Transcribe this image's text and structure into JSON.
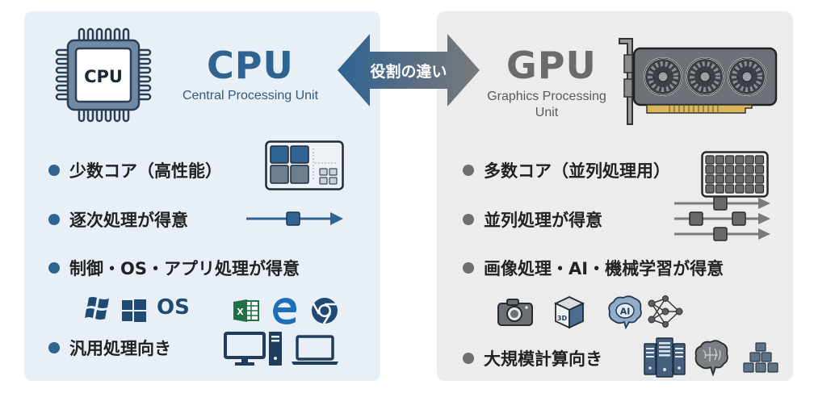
{
  "center": {
    "label": "役割の違い",
    "colors": {
      "left": "#2e6392",
      "right": "#7a7a7a"
    }
  },
  "cpu": {
    "chip_label": "CPU",
    "title": "CPU",
    "subtitle": "Central Processing Unit",
    "bullets": [
      {
        "text": "少数コア（高性能）",
        "icon": "few-cores-icon"
      },
      {
        "text": "逐次処理が得意",
        "icon": "sequential-arrow-icon"
      },
      {
        "text": "制御・OS・アプリ処理が得意",
        "icons": [
          "windows-old-logo-icon",
          "windows-logo-icon",
          "os-text",
          "excel-icon",
          "edge-icon",
          "chrome-icon"
        ]
      },
      {
        "text": "汎用処理向き",
        "icons": [
          "desktop-pc-icon",
          "laptop-icon"
        ]
      }
    ],
    "os_label": "OS",
    "excel_label": "X",
    "accent": "#2e6392",
    "background": "#e8eff6"
  },
  "gpu": {
    "title": "GPU",
    "subtitle_line1": "Graphics Processing",
    "subtitle_line2": "Unit",
    "bullets": [
      {
        "text": "多数コア（並列処理用）",
        "icon": "many-cores-icon"
      },
      {
        "text": "並列処理が得意",
        "icon": "parallel-arrows-icon"
      },
      {
        "text": "画像処理・AI・機械学習が得意",
        "icons": [
          "camera-icon",
          "3d-cube-icon",
          "ai-brain-icon",
          "neural-network-icon"
        ]
      },
      {
        "text": "大規模計算向き",
        "icons": [
          "server-rack-icon",
          "brain-icon",
          "blocks-pyramid-icon"
        ]
      }
    ],
    "cube_label": "3D",
    "brain_label": "AI",
    "accent": "#6e6e6e",
    "background": "#ececec"
  }
}
